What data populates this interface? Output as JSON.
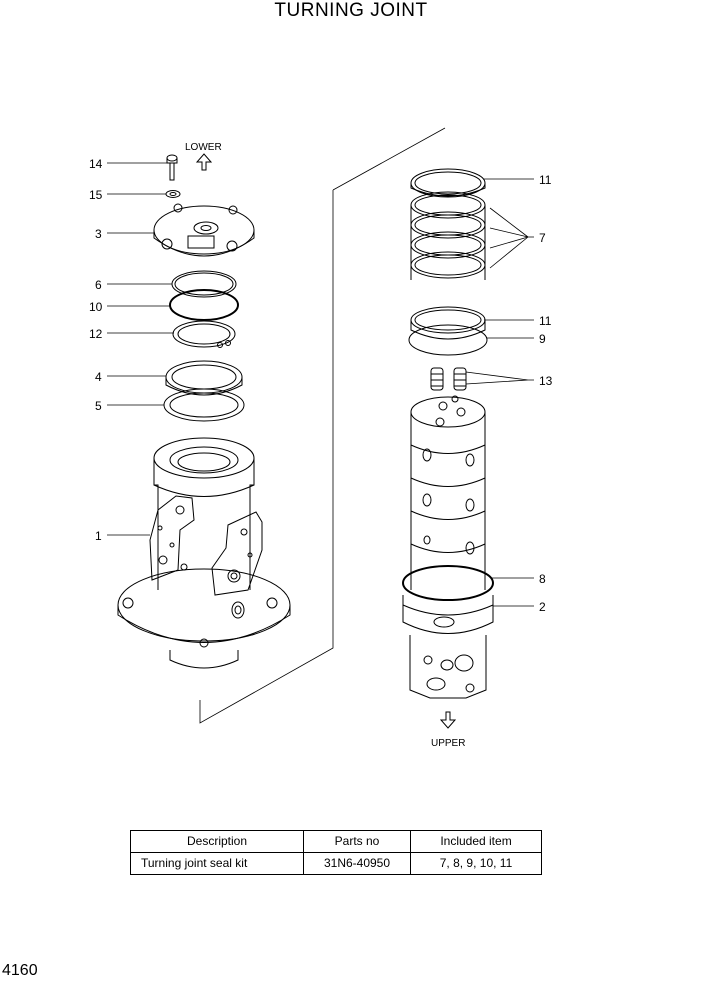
{
  "title": "TURNING JOINT",
  "page_number": "4160",
  "directions": {
    "lower": "LOWER",
    "upper": "UPPER"
  },
  "callouts": {
    "c14": "14",
    "c15": "15",
    "c3": "3",
    "c6": "6",
    "c10": "10",
    "c12": "12",
    "c4": "4",
    "c5": "5",
    "c1": "1",
    "c11a": "11",
    "c7": "7",
    "c11b": "11",
    "c9": "9",
    "c13": "13",
    "c8": "8",
    "c2": "2"
  },
  "kit_table": {
    "headers": [
      "Description",
      "Parts no",
      "Included item"
    ],
    "rows": [
      [
        "Turning joint seal kit",
        "31N6-40950",
        "7, 8, 9, 10, 11"
      ]
    ]
  }
}
